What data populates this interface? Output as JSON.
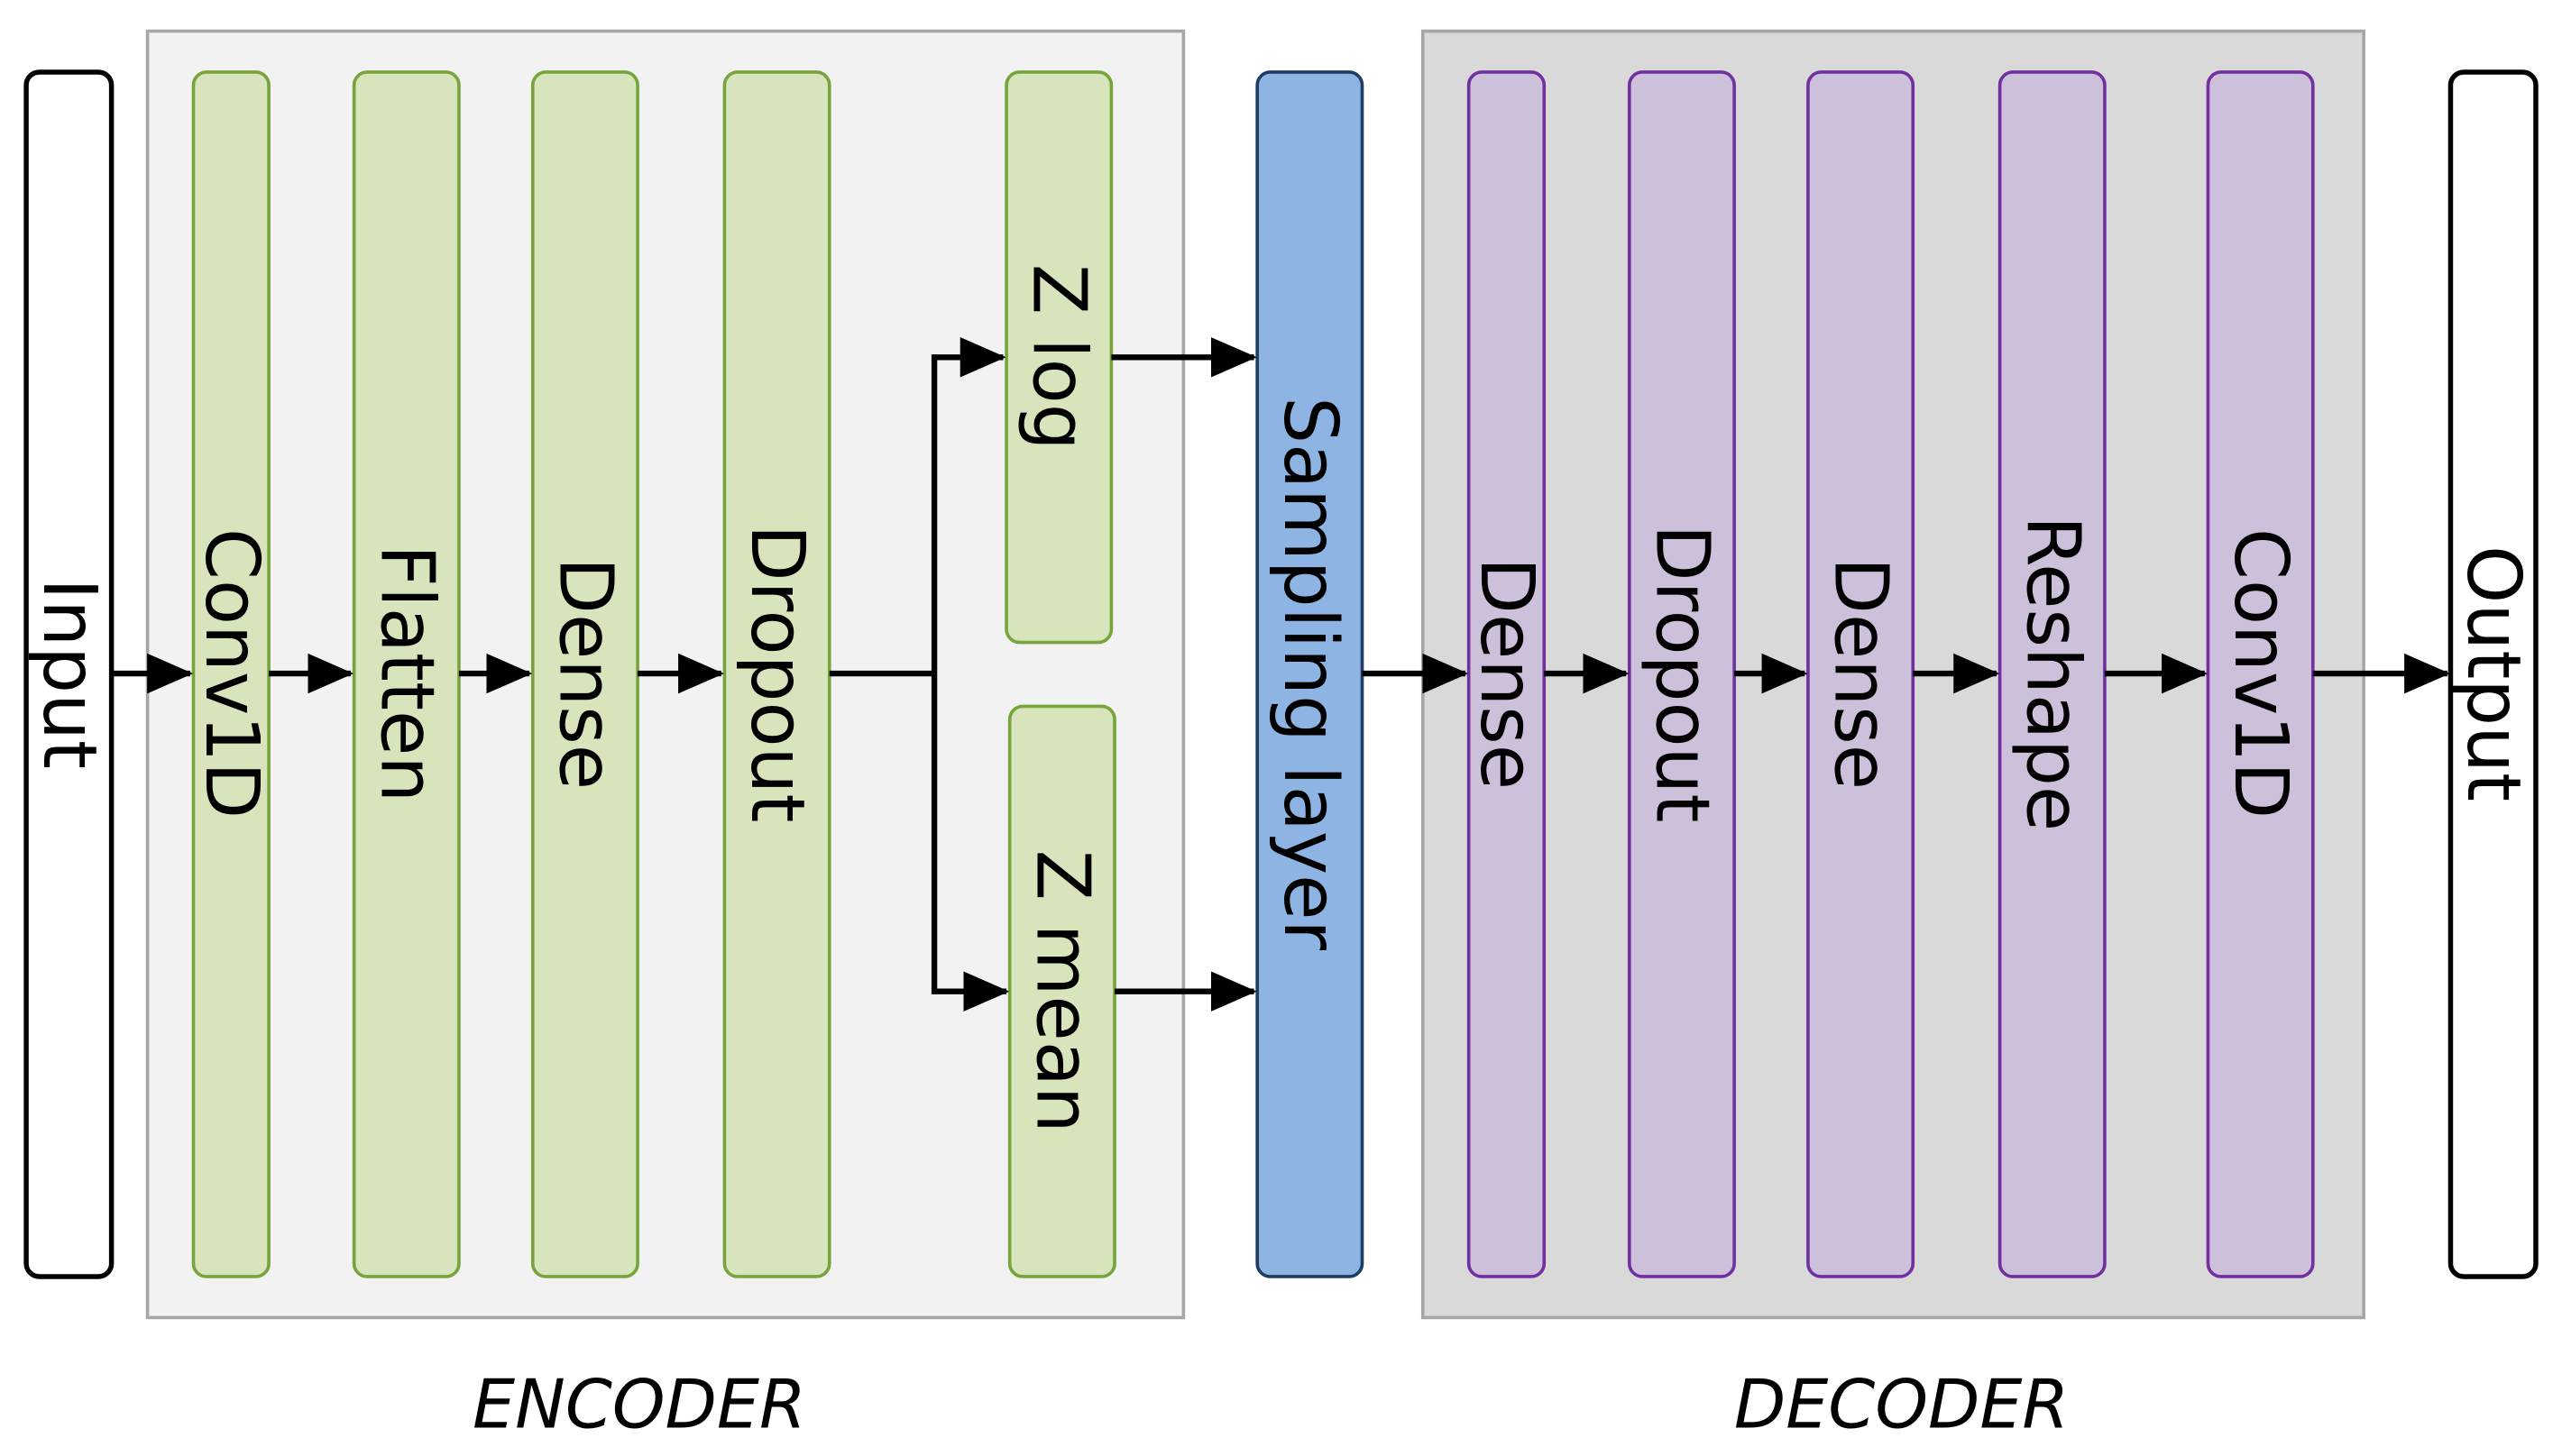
{
  "diagram": {
    "input_label": "Input",
    "output_label": "Output",
    "encoder": {
      "title": "ENCODER",
      "layers": [
        "Conv1D",
        "Flatten",
        "Dense",
        "Dropout"
      ],
      "z_log_label": "Z log",
      "z_mean_label": "Z mean"
    },
    "sampling_label": "Sampling layer",
    "decoder": {
      "title": "DECODER",
      "layers": [
        "Dense",
        "Dropout",
        "Dense",
        "Reshape",
        "Conv1D"
      ]
    },
    "colors": {
      "encoder_panel": "#f2f2f2",
      "decoder_panel": "#d9d9d9",
      "encoder_layer_fill": "#d8e4bc",
      "encoder_layer_stroke": "#77a43c",
      "sampling_fill": "#8eb4e3",
      "sampling_stroke": "#1f3d63",
      "decoder_layer_fill": "#ccc0da",
      "decoder_layer_stroke": "#7030a0"
    }
  }
}
